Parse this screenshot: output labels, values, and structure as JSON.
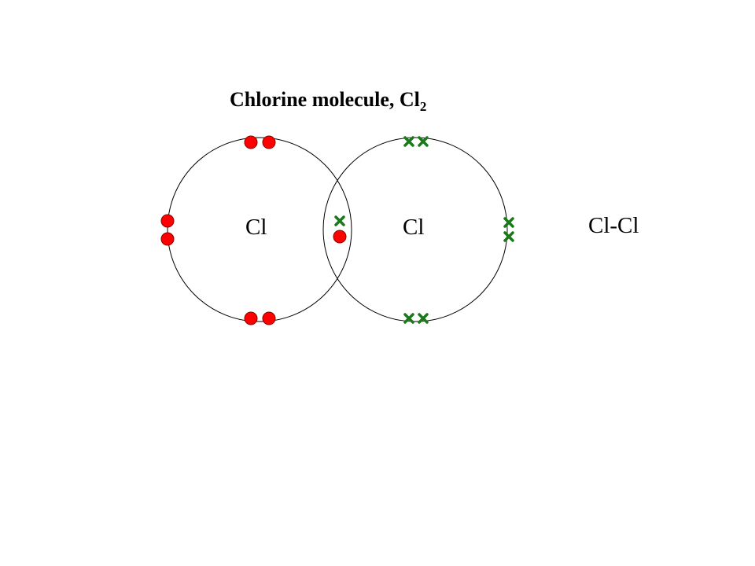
{
  "title": {
    "text": "Chlorine molecule, Cl",
    "subscript": "2"
  },
  "atoms": [
    {
      "symbol": "Cl"
    },
    {
      "symbol": "Cl"
    }
  ],
  "formula": "Cl-Cl",
  "colors": {
    "shell": "#000000",
    "dot_electron": "#ff0000",
    "dot_outline": "#8a0000",
    "cross_electron": "#1a7a1a"
  },
  "electron_notation": {
    "left_atom": "dot",
    "right_atom": "cross"
  }
}
